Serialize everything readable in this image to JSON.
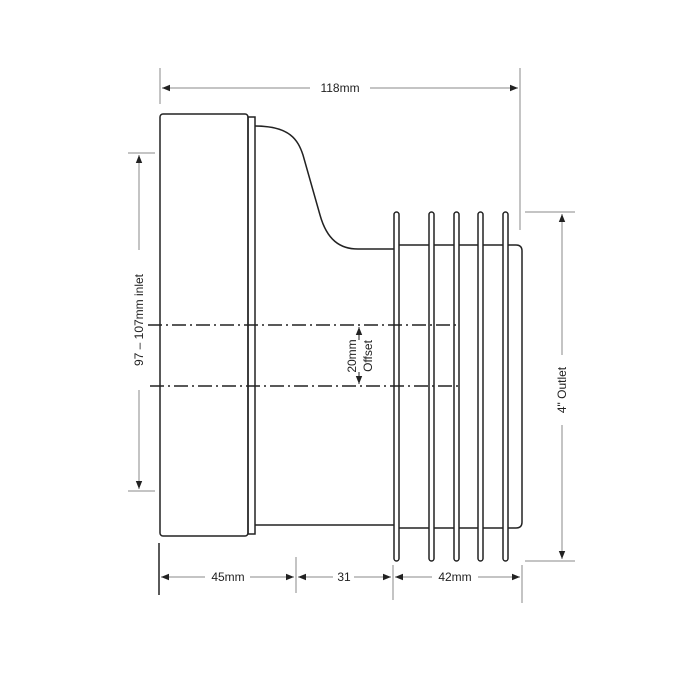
{
  "dimensions": {
    "overall_length": "118mm",
    "inlet_diameter": "97 – 107mm inlet",
    "offset_value": "20mm",
    "offset_label": "Offset",
    "outlet_diameter": "4\" Outlet",
    "inlet_length": "45mm",
    "middle_length": "31",
    "outlet_length": "42mm"
  },
  "colors": {
    "line": "#222222",
    "dimension": "#888888"
  }
}
